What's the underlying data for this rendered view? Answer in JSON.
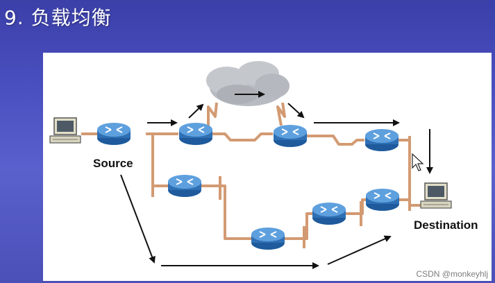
{
  "slide": {
    "title": "9. 负载均衡"
  },
  "diagram": {
    "source_label": "Source",
    "destination_label": "Destination"
  },
  "watermark": "CSDN @monkeyhlj",
  "colors": {
    "link": "#d39a72",
    "router": "#2f6fb3",
    "arrow": "#111111",
    "cloud": "#b8bcc2"
  }
}
